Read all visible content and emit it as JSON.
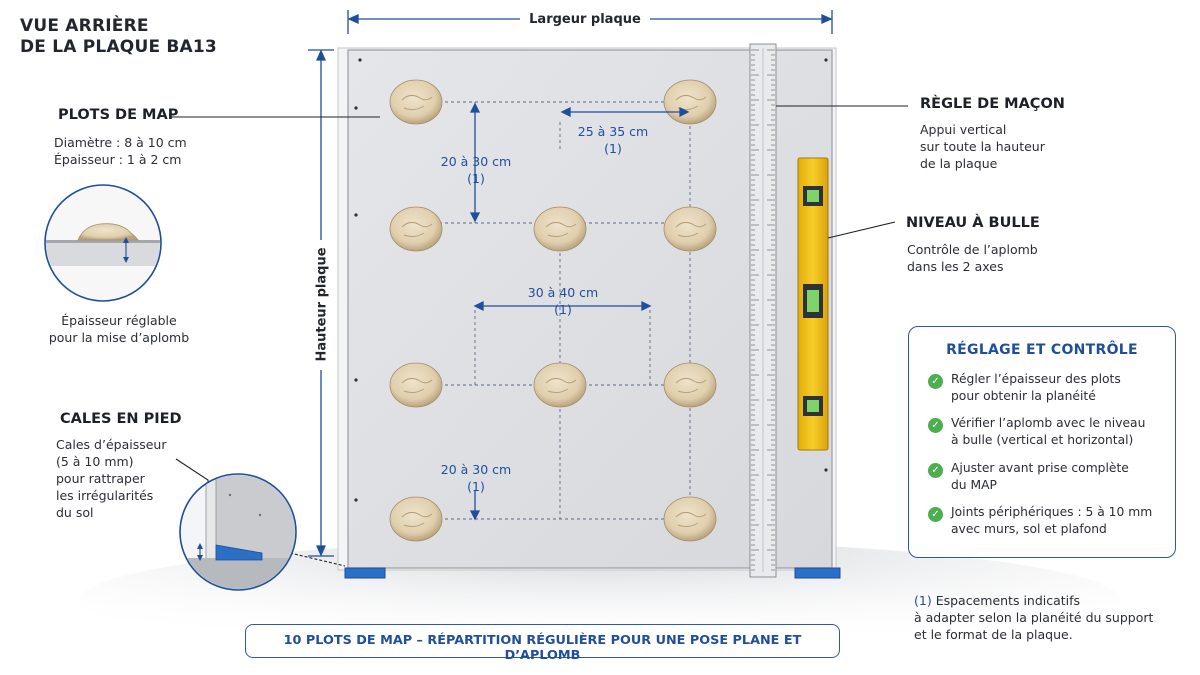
{
  "title": [
    "VUE ARRIÈRE",
    "DE LA PLAQUE BA13"
  ],
  "dimensions": {
    "width": "Largeur plaque",
    "height": "Hauteur plaque",
    "top_vertical": [
      "20 à 30 cm",
      "(1)"
    ],
    "top_horizontal": [
      "25 à 35 cm",
      "(1)"
    ],
    "middle_horizontal": [
      "30 à 40 cm",
      "(1)"
    ],
    "bottom_vertical": [
      "20 à 30 cm",
      "(1)"
    ]
  },
  "plots": {
    "heading": "PLOTS DE MAP",
    "lines": [
      "Diamètre : 8 à 10 cm",
      "Épaisseur : 1 à 2 cm"
    ],
    "detail_caption": [
      "Épaisseur réglable",
      "pour la mise d’aplomb"
    ]
  },
  "cales": {
    "heading": "CALES EN PIED",
    "lines": [
      "Cales d’épaisseur",
      "(5 à 10 mm)",
      "pour rattraper",
      "les irrégularités",
      "du sol"
    ]
  },
  "regle": {
    "heading": "RÈGLE DE MAÇON",
    "lines": [
      "Appui vertical",
      "sur toute la hauteur",
      "de la plaque"
    ]
  },
  "niveau": {
    "heading": "NIVEAU À BULLE",
    "lines": [
      "Contrôle de l’aplomb",
      "dans les 2 axes"
    ]
  },
  "reglage": {
    "title": "RÉGLAGE ET CONTRÔLE",
    "items": [
      [
        "Régler l’épaisseur des plots",
        "pour obtenir la planéité"
      ],
      [
        "Vérifier l’aplomb avec le niveau",
        "à bulle (vertical et horizontal)"
      ],
      [
        "Ajuster avant prise complète",
        "du MAP"
      ],
      [
        "Joints périphériques : 5 à 10 mm",
        "avec murs, sol et plafond"
      ]
    ]
  },
  "footnote": {
    "marker": "(1)",
    "lines": [
      "Espacements indicatifs",
      "à adapter selon la planéité du support",
      "et le format de la plaque."
    ]
  },
  "banner": "10 PLOTS DE MAP – RÉPARTITION RÉGULIÈRE POUR UNE POSE PLANE ET D’APLOMB",
  "colors": {
    "accent_blue": "#1f4e9c",
    "level_yellow": "#f2c21b",
    "check_green": "#4cae4f",
    "board_grey": "#dcdee2",
    "plot_beige": "#e2d2b4"
  }
}
